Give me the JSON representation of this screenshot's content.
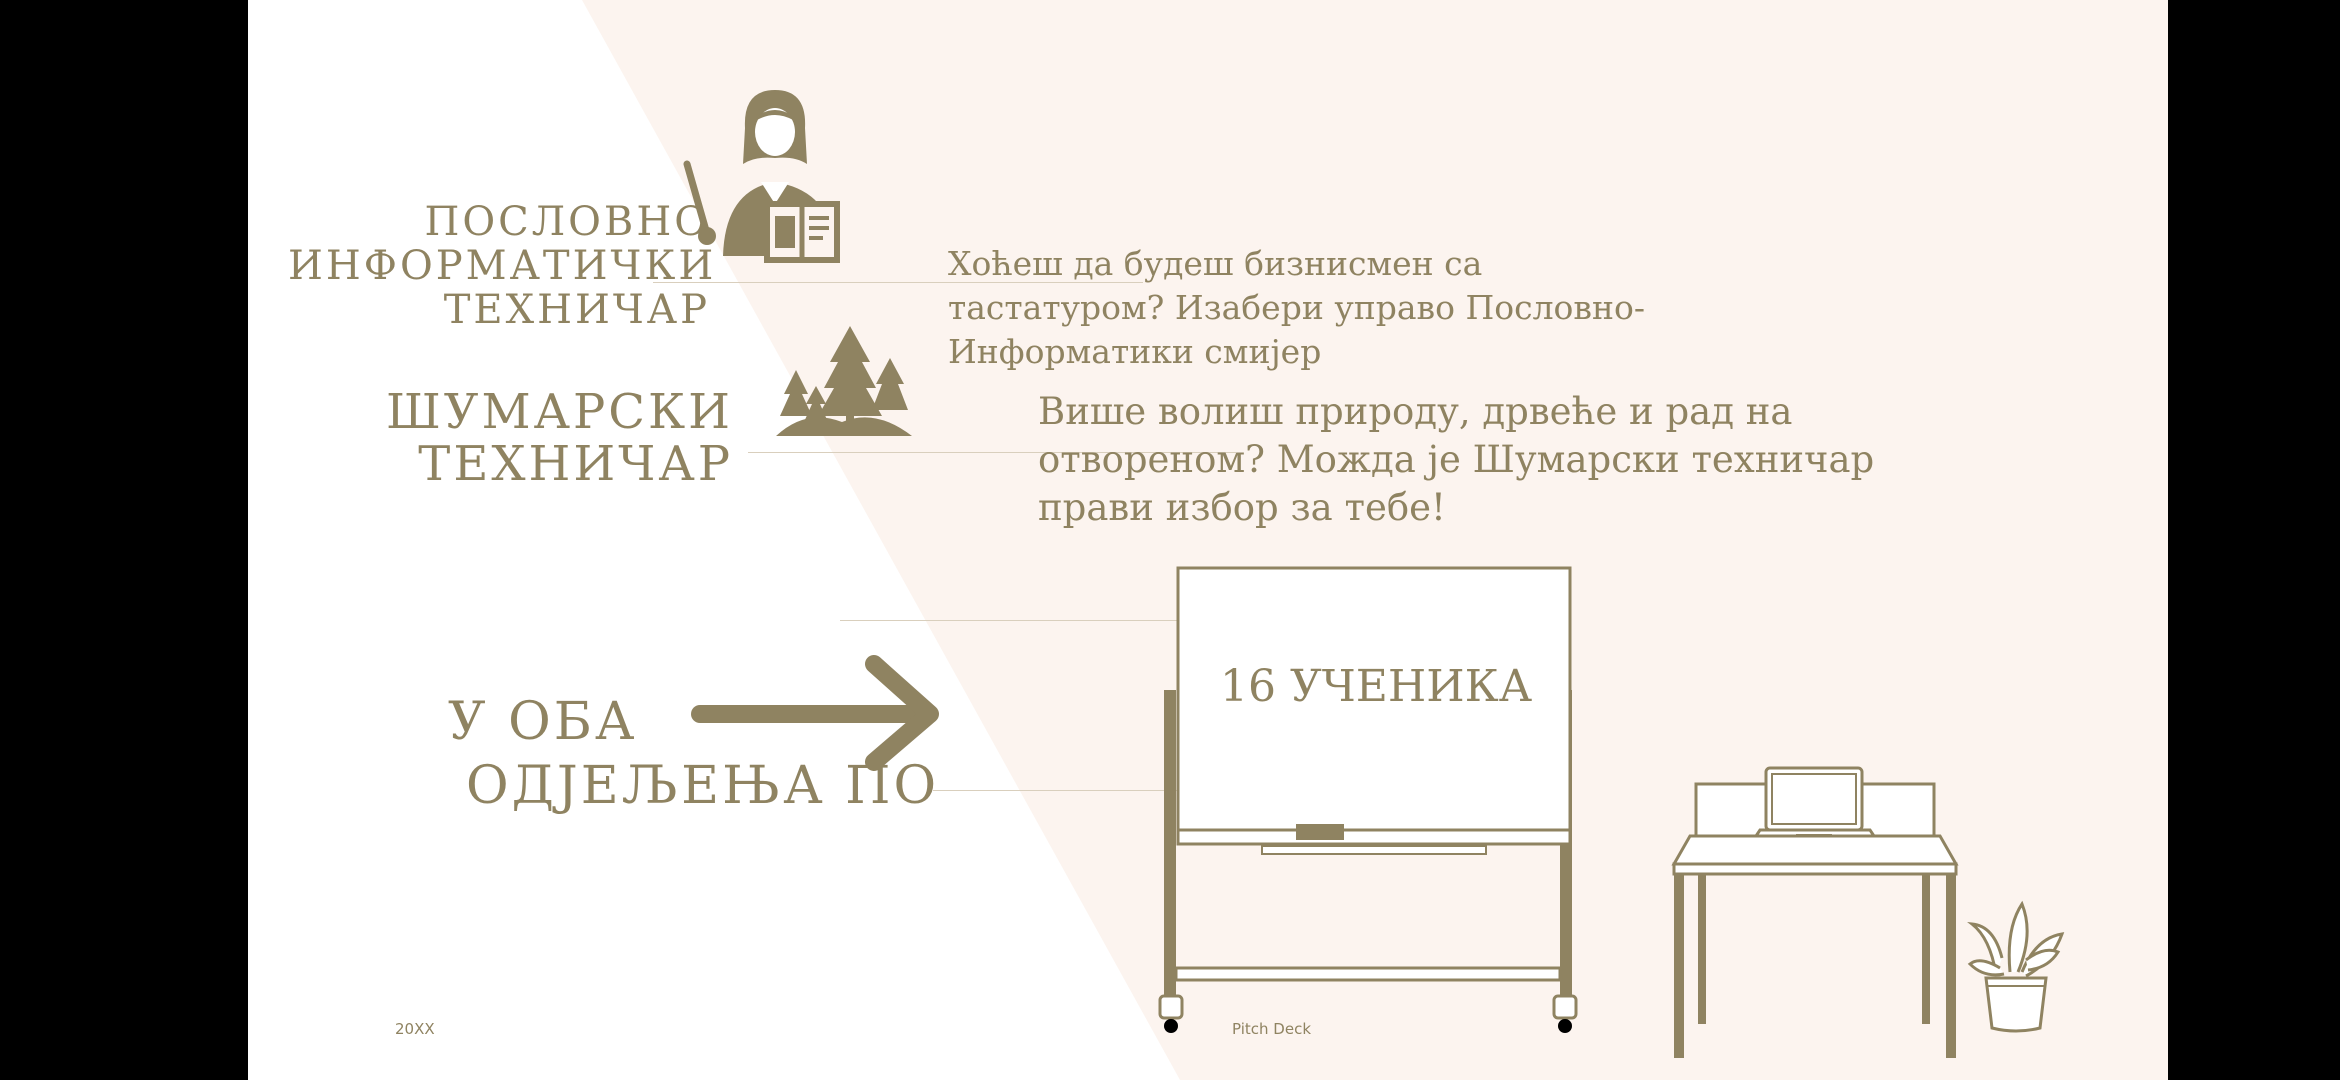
{
  "colors": {
    "accent": "#8f8361",
    "background_tint": "#fcf4ef",
    "letterbox": "#000000"
  },
  "sections": [
    {
      "title_lines": [
        "ПОСЛОВНО",
        "ИНФОРМАТИЧКИ",
        "ТЕХНИЧАР"
      ],
      "icon": "teacher-with-book-icon",
      "description": "Хоћеш да будеш бизнисмен са тастатуром? Изабери управо Пословно-Информатики смијер"
    },
    {
      "title_lines": [
        "ШУМАРСКИ",
        "ТЕХНИЧАР"
      ],
      "icon": "forest-trees-icon",
      "description": "Више волиш природу, дрвеће и рад на отвореном? Можда је Шумарски техничар прави избор за тебе!"
    }
  ],
  "summary": {
    "line1": "У ОБА",
    "line2": "ОДЈЕЉЕЊА ПО",
    "arrow_icon": "arrow-right-icon",
    "count_text": "16 УЧЕНИКА"
  },
  "illustrations": [
    "whiteboard-icon",
    "desk-with-laptop-icon",
    "potted-plant-icon"
  ],
  "footer": {
    "date": "20XX",
    "label": "Pitch Deck"
  }
}
